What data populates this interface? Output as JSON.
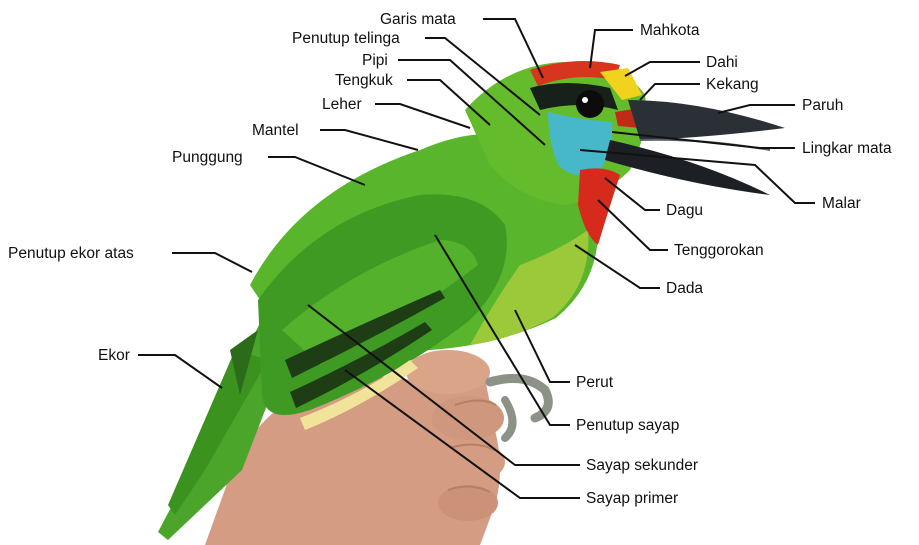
{
  "labels": {
    "garis_mata": "Garis mata",
    "penutup_telinga": "Penutup telinga",
    "pipi": "Pipi",
    "tengkuk": "Tengkuk",
    "leher": "Leher",
    "mantel": "Mantel",
    "punggung": "Punggung",
    "penutup_ekor_atas": "Penutup ekor atas",
    "ekor": "Ekor",
    "mahkota": "Mahkota",
    "dahi": "Dahi",
    "kekang": "Kekang",
    "paruh": "Paruh",
    "lingkar_mata": "Lingkar mata",
    "malar": "Malar",
    "dagu": "Dagu",
    "tenggorokan": "Tenggorokan",
    "dada": "Dada",
    "perut": "Perut",
    "penutup_sayap": "Penutup sayap",
    "sayap_sekunder": "Sayap sekunder",
    "sayap_primer": "Sayap primer"
  },
  "colors": {
    "background": "#ffffff",
    "leader_line": "#111111",
    "label_text": "#111111",
    "plumage_green": "#58b52c",
    "plumage_dark_green": "#2f7d1e",
    "crown_red": "#d8351f",
    "forehead_yellow": "#f1d21c",
    "throat_red": "#d62a1c",
    "cheek_blue": "#47b8c9",
    "beak_dark": "#2b3036",
    "skin": "#d9a487"
  }
}
